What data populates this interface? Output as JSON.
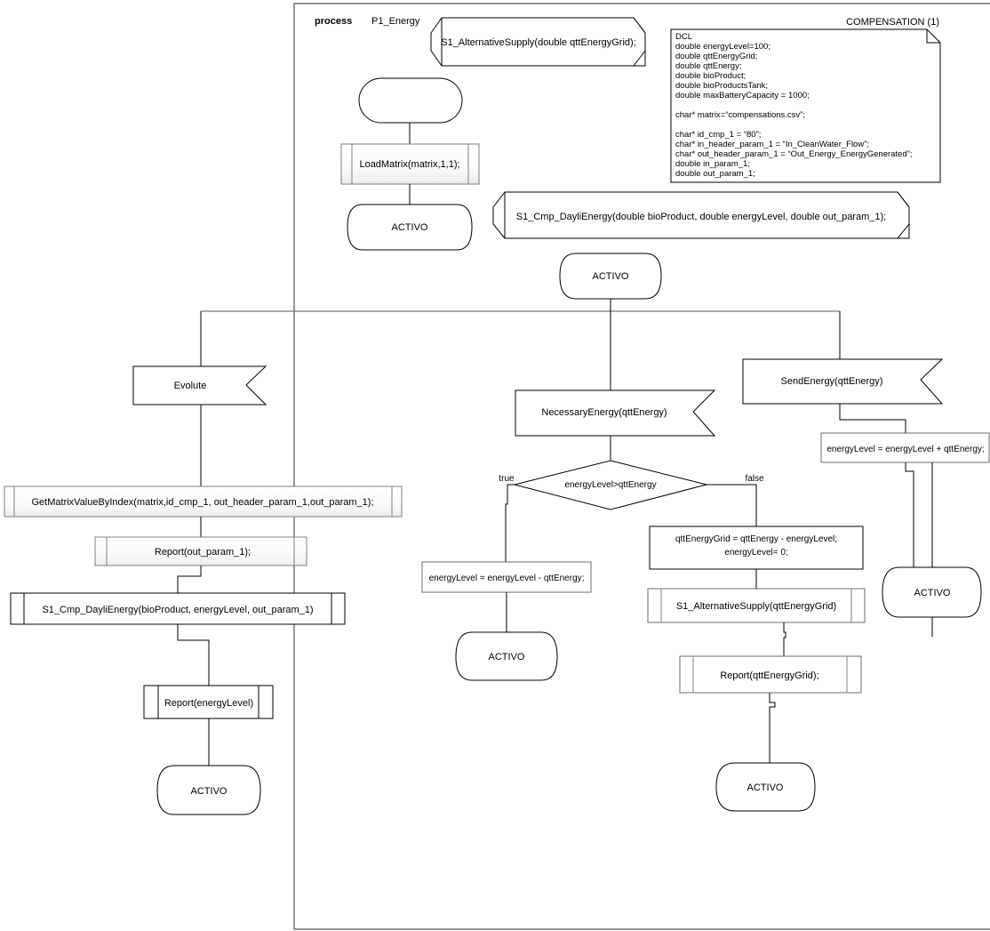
{
  "frame": {
    "keyword": "process",
    "name": "P1_Energy"
  },
  "compensation": {
    "label": "COMPENSATION (1)"
  },
  "dcl_note": {
    "lines": [
      "DCL",
      "double energyLevel=100;",
      "double qttEnergyGrid;",
      "double qttEnergy;",
      "double bioProduct;",
      "double bioProductsTank;",
      "double maxBatteryCapacity = 1000;",
      "",
      "char* matrix=“compensations.csv”;",
      "",
      "char* id_cmp_1 = “80”;",
      "char* in_header_param_1 = “In_CleanWater_Flow”;",
      "char* out_header_param_1 = “Out_Energy_EnergyGenerated”;",
      "double in_param_1;",
      "double out_param_1;"
    ]
  },
  "nodes": {
    "signal_alt_supply_decl": "S1_AlternativeSupply(double qttEnergyGrid);",
    "signal_cmp_dayli_decl": "S1_Cmp_DayliEnergy(double bioProduct, double energyLevel, double out_param_1);",
    "start_symbol": "",
    "load_matrix": "LoadMatrix(matrix,1,1);",
    "state_activo_init": "ACTIVO",
    "state_activo_main": "ACTIVO",
    "input_evolute": "Evolute",
    "input_necessary_energy": "NecessaryEnergy(qttEnergy)",
    "input_send_energy": "SendEnergy(qttEnergy)",
    "call_get_matrix_value": "GetMatrixValueByIndex(matrix,id_cmp_1, out_header_param_1,out_param_1);",
    "call_report_out_param": "Report(out_param_1);",
    "call_cmp_dayli_energy": "S1_Cmp_DayliEnergy(bioProduct, energyLevel, out_param_1)",
    "call_report_energy_level": "Report(energyLevel)",
    "state_activo_left": "ACTIVO",
    "decision_condition": "energyLevel>qttEnergy",
    "branch_true": "true",
    "branch_false": "false",
    "task_energy_minus": "energyLevel = energyLevel - qttEnergy;",
    "state_activo_true": "ACTIVO",
    "task_grid_assign_line1": "qttEnergyGrid = qttEnergy - energyLevel;",
    "task_grid_assign_line2": "energyLevel= 0;",
    "call_alt_supply": "S1_AlternativeSupply(qttEnergyGrid)",
    "call_report_grid": "Report(qttEnergyGrid);",
    "state_activo_false": "ACTIVO",
    "task_energy_plus": "energyLevel = energyLevel + qttEnergy;",
    "state_activo_right": "ACTIVO"
  },
  "colors": {
    "stroke_black": "#000000",
    "stroke_grey": "#808080",
    "frame_grey": "#6e6e6e",
    "fill_white": "#ffffff",
    "fill_light": "#f2f2f2"
  }
}
